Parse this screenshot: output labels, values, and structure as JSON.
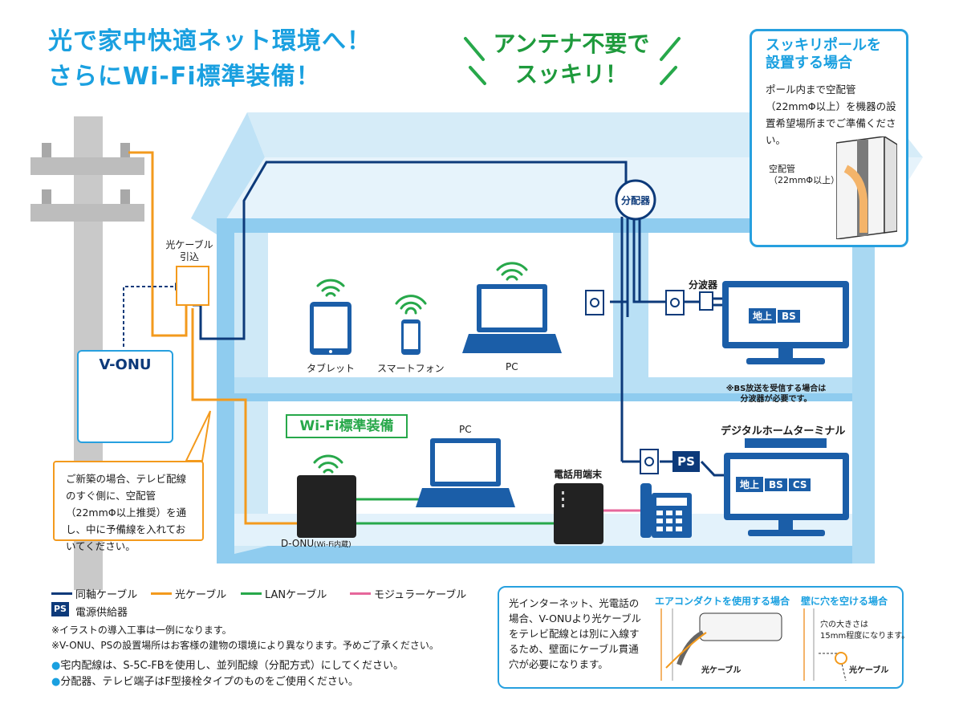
{
  "headline": {
    "line1": "光で家中快適ネット環境へ！",
    "line2": "さらにWi-Fi標準装備！"
  },
  "green_head": {
    "line1": "アンテナ不要で",
    "line2": "スッキリ！"
  },
  "pole_box": {
    "title_line1": "スッキリポールを",
    "title_line2": "設置する場合",
    "text": "ポール内まで空配管（22mmΦ以上）を機器の設置希望場所までご準備ください。",
    "pipe_label_line1": "空配管",
    "pipe_label_line2": "（22mmΦ以上）"
  },
  "labels": {
    "hikari_intake_line1": "光ケーブル",
    "hikari_intake_line2": "引込",
    "splitter": "分配器",
    "branch": "分波器",
    "tablet": "タブレット",
    "smartphone": "スマートフォン",
    "pc_top": "PC",
    "pc_bottom": "PC",
    "vonu": "V-ONU",
    "donu": "D-ONU",
    "donu_sub": "(Wi-Fi内蔵)",
    "wifi_badge": "Wi-Fi標準装備",
    "phone_terminal": "電話用端末",
    "digital_home_terminal": "デジタルホームターミナル",
    "ps": "PS",
    "bs_note_line1": "※BS放送を受信する場合は",
    "bs_note_line2": "分波器が必要です。",
    "tv1_tag1": "地上",
    "tv1_tag2": "BS",
    "tv2_tag1": "地上",
    "tv2_tag2": "BS",
    "tv2_tag3": "CS"
  },
  "callout": "ご新築の場合、テレビ配線のすぐ側に、空配管（22mmΦ以上推奨）を通し、中に予備線を入れておいてください。",
  "legend": {
    "coax": "同軸ケーブル",
    "fiber": "光ケーブル",
    "lan": "LANケーブル",
    "modular": "モジュラーケーブル",
    "ps_icon": "PS",
    "ps_label": "電源供給器"
  },
  "notes": {
    "n1": "※イラストの導入工事は一例になります。",
    "n2": "※V-ONU、PSの設置場所はお客様の建物の環境により異なります。予めご了承ください。",
    "b1": "宅内配線は、S-5C-FBを使用し、並列配線（分配方式）にしてください。",
    "b2": "分配器、テレビ端子はF型接栓タイプのものをご使用ください。"
  },
  "right_box": {
    "text": "光インターネット、光電話の場合、V-ONUより光ケーブルをテレビ配線とは別に入線するため、壁面にケーブル貫通穴が必要になります。",
    "aircon_title": "エアコンダクトを使用する場合",
    "wall_title": "壁に穴を空ける場合",
    "hole_line1": "穴の大きさは",
    "hole_line2": "15mm程度になります。",
    "fiber_label1": "光ケーブル",
    "fiber_label2": "光ケーブル"
  },
  "colors": {
    "coax": "#0d3a7a",
    "fiber": "#f39a1d",
    "lan": "#27a84a",
    "modular": "#e6679b",
    "house_light": "#cfe9f7",
    "house_mid": "#8fccef",
    "accent_blue": "#1aa0e0"
  }
}
